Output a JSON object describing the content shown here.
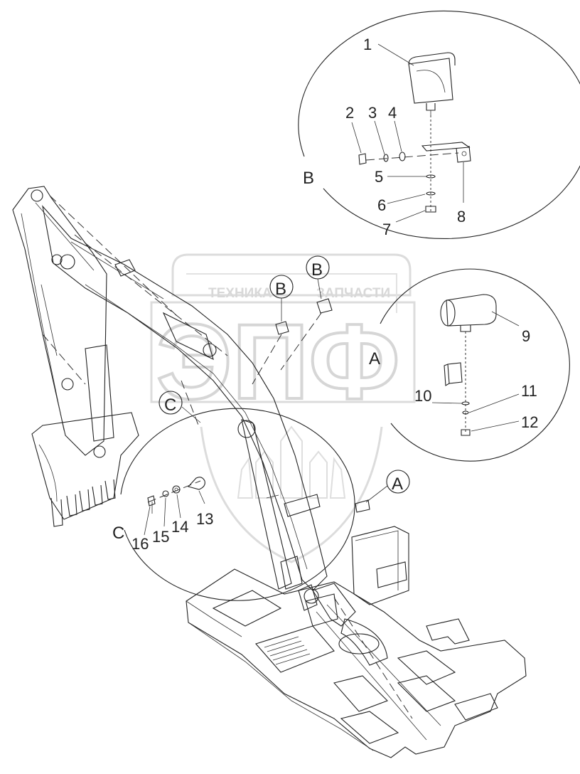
{
  "watermark": {
    "top_text_left": "ТЕХНИКА",
    "top_text_right": "ЗАПЧАСТИ",
    "big_letters": "ЭПФ"
  },
  "detail_views": {
    "B": {
      "letter": "B",
      "parts": [
        "1",
        "2",
        "3",
        "4",
        "5",
        "6",
        "7",
        "8"
      ]
    },
    "A": {
      "letter": "A",
      "parts": [
        "9",
        "10",
        "11",
        "12"
      ]
    },
    "C": {
      "letter": "C",
      "parts": [
        "13",
        "14",
        "15",
        "16"
      ]
    }
  },
  "markers": {
    "b1": "B",
    "b2": "B",
    "c": "C",
    "a": "A"
  }
}
